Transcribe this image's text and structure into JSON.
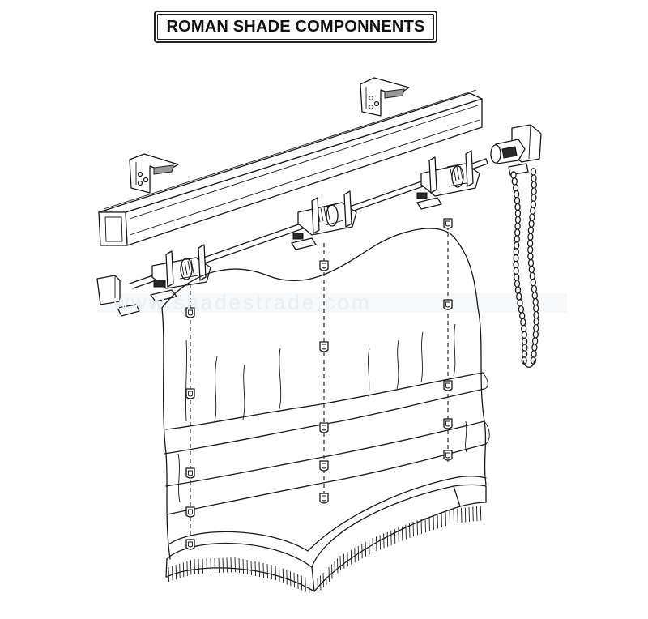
{
  "title": "ROMAN SHADE COMPONNENTS",
  "colors": {
    "line": "#1a1a1a",
    "background": "#ffffff"
  },
  "components": [
    "headrail-channel",
    "mounting-bracket",
    "end-cap",
    "drive-shaft",
    "lift-cord-spool",
    "cord-lock-pulley",
    "chain-clutch",
    "bead-chain",
    "cord-ring",
    "fabric-panel",
    "scalloped-fringe-hem"
  ]
}
